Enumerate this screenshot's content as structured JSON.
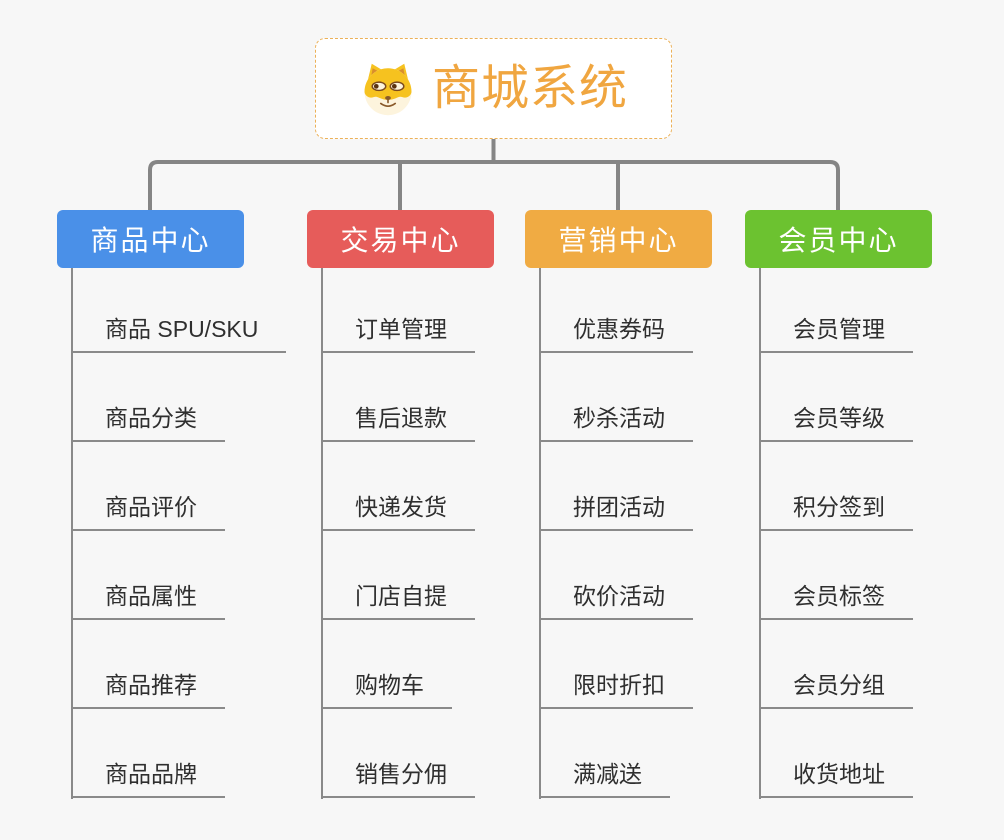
{
  "page": {
    "background": "#f7f7f7"
  },
  "root": {
    "title": "商城系统",
    "icon": "doge-face-icon",
    "title_color": "#f0a640",
    "border_color": "#ecb158"
  },
  "branches": [
    {
      "label": "商品中心",
      "color": "#4a90e8",
      "items": [
        "商品 SPU/SKU",
        "商品分类",
        "商品评价",
        "商品属性",
        "商品推荐",
        "商品品牌"
      ]
    },
    {
      "label": "交易中心",
      "color": "#e65c5a",
      "items": [
        "订单管理",
        "售后退款",
        "快递发货",
        "门店自提",
        "购物车",
        "销售分佣"
      ]
    },
    {
      "label": "营销中心",
      "color": "#f0ab43",
      "items": [
        "优惠券码",
        "秒杀活动",
        "拼团活动",
        "砍价活动",
        "限时折扣",
        "满减送"
      ]
    },
    {
      "label": "会员中心",
      "color": "#6cc230",
      "items": [
        "会员管理",
        "会员等级",
        "积分签到",
        "会员标签",
        "会员分组",
        "收货地址"
      ]
    }
  ],
  "connector_color": "#858585",
  "line_color": "#8a8a8a",
  "text_color": "#2f2f2f"
}
